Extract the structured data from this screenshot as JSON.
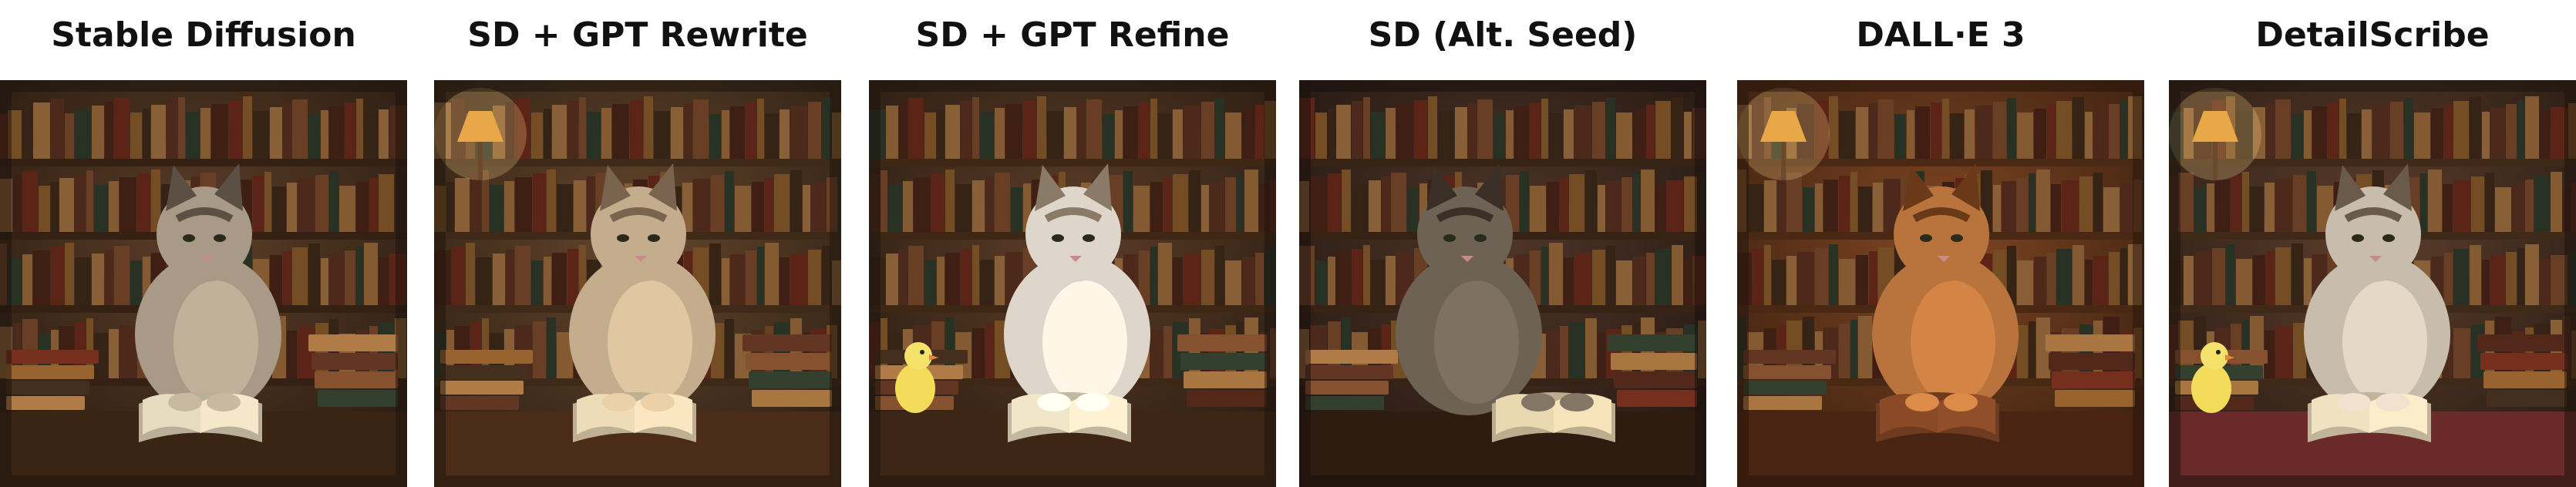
{
  "panels": [
    {
      "label": "Stable Diffusion",
      "image": "cat-reading-book-library-photo",
      "bird": false,
      "lamp": false,
      "cat_pose": "center",
      "palette": {
        "bg": "#2a1c12",
        "shelf": "#4a2f1c",
        "cat": "#a89a86",
        "cat_dark": "#5c5044",
        "book": "#e8dcc0",
        "floor": "#3a2414"
      }
    },
    {
      "label": "SD + GPT Rewrite",
      "image": "cat-reading-book-library-photo",
      "bird": false,
      "lamp": true,
      "cat_pose": "center",
      "palette": {
        "bg": "#2e2014",
        "shelf": "#5a3a22",
        "cat": "#c4ad8c",
        "cat_dark": "#7a6450",
        "book": "#eedcb8",
        "floor": "#4a2c18"
      }
    },
    {
      "label": "SD + GPT Refine",
      "image": "cat-reading-book-library-photo",
      "bird": true,
      "lamp": false,
      "cat_pose": "center",
      "palette": {
        "bg": "#2a1c12",
        "shelf": "#5a3820",
        "cat": "#ded6ca",
        "cat_dark": "#8a7a68",
        "book": "#f2e6c8",
        "floor": "#3e2616"
      }
    },
    {
      "label": "SD (Alt. Seed)",
      "image": "cat-reading-book-library-photo",
      "bird": false,
      "lamp": false,
      "cat_pose": "left",
      "palette": {
        "bg": "#241812",
        "shelf": "#4e3220",
        "cat": "#6e6254",
        "cat_dark": "#3a3028",
        "book": "#ead8b0",
        "floor": "#2e1c10"
      }
    },
    {
      "label": "DALL·E 3",
      "image": "cat-reading-book-library-photo",
      "bird": false,
      "lamp": true,
      "cat_pose": "center",
      "palette": {
        "bg": "#3a2010",
        "shelf": "#6a3a1c",
        "cat": "#b8743c",
        "cat_dark": "#6a3a18",
        "book": "#8a4a28",
        "floor": "#4a2412"
      }
    },
    {
      "label": "DetailScribe",
      "image": "cat-reading-book-library-photo",
      "bird": true,
      "lamp": true,
      "cat_pose": "center",
      "palette": {
        "bg": "#2a1c14",
        "shelf": "#5a3a24",
        "cat": "#c8bcac",
        "cat_dark": "#6a5a4a",
        "book": "#f0e2c0",
        "floor": "#6a2a2a"
      }
    }
  ]
}
